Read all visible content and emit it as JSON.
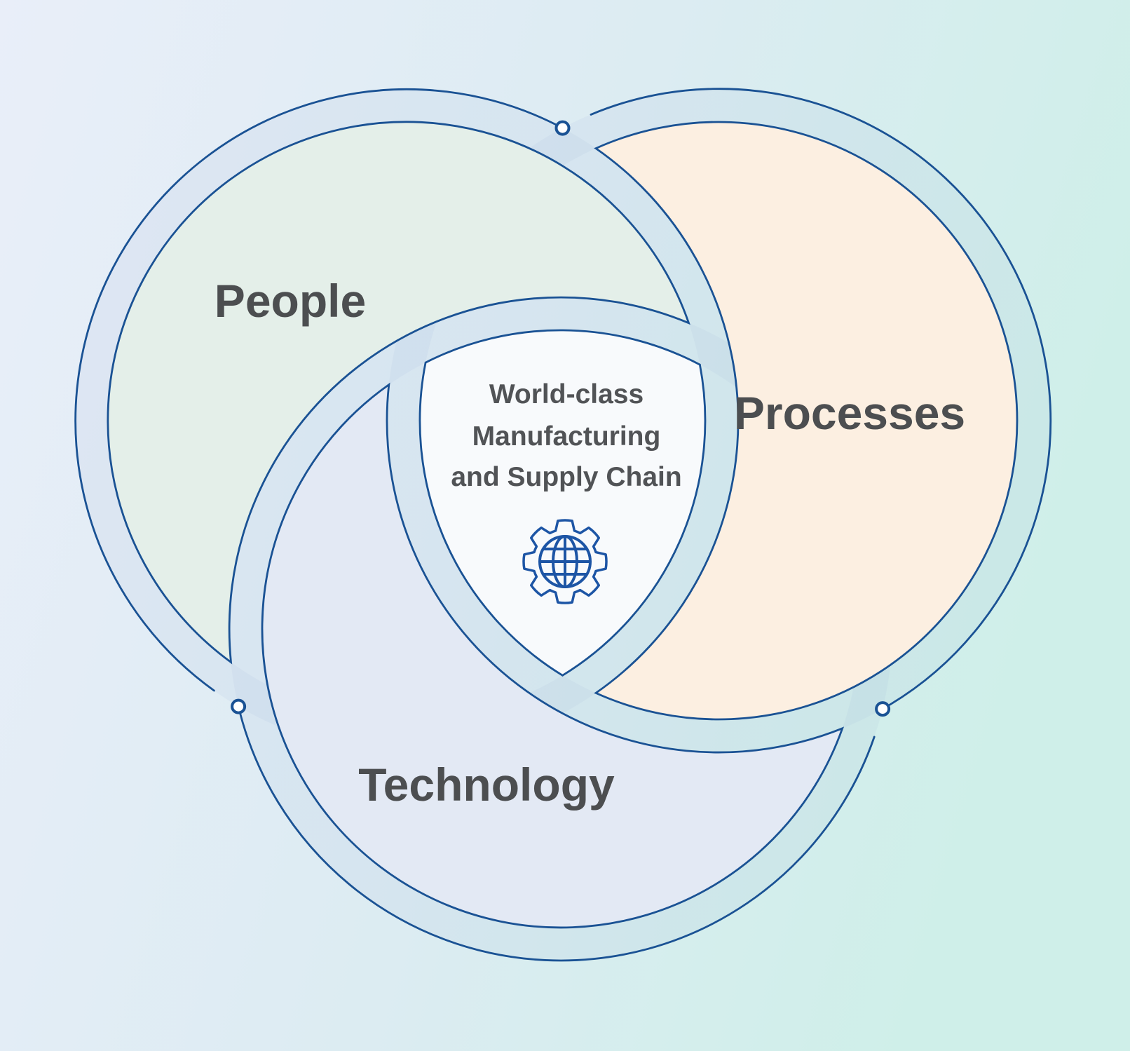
{
  "diagram": {
    "circles": {
      "people": {
        "label": "People",
        "fill": "#e4efe9"
      },
      "processes": {
        "label": "Processes",
        "fill": "#fcefe1"
      },
      "technology": {
        "label": "Technology",
        "fill": "#e3e9f4"
      }
    },
    "center": {
      "lines": [
        "World-class",
        "Manufacturing",
        "and Supply Chain"
      ],
      "icon": "globe-gear-icon",
      "fill": "#f8fafc"
    },
    "colors": {
      "outline": "#1a5294",
      "icon_stroke": "#1d55a5",
      "label_text": "#4c4e50",
      "center_text": "#515356",
      "background_start": "#e9eef9",
      "background_mid": "#dcecf2",
      "background_end": "#cfefe9",
      "ring_tint": "rgba(140,170,210,0.09)",
      "dot_fill": "#ffffff"
    }
  }
}
